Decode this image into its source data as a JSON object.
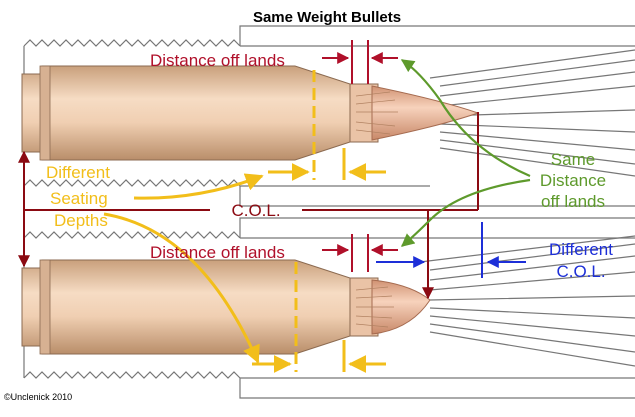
{
  "title": "Same Weight Bullets",
  "labels": {
    "distance_off_lands_top": "Distance off lands",
    "distance_off_lands_bottom": "Distance off lands",
    "col": "C.O.L.",
    "different_seating_depths": [
      "Different",
      "Seating",
      "Depths"
    ],
    "same_distance_off_lands": [
      "Same",
      "Distance",
      "off lands"
    ],
    "different_col": [
      "Different",
      "C.O.L."
    ]
  },
  "copyright": "©Unclenick 2010",
  "colors": {
    "red": "#b0102a",
    "gold": "#f2be1a",
    "green": "#5e9a2c",
    "blue": "#1d2fd8",
    "dark_red": "#8b0a12",
    "brass": "#e8c6a6",
    "bullet": "#e9b393",
    "line": "#777777"
  },
  "icons": [
    "rifle-barrel-top-icon",
    "rifle-barrel-bottom-icon",
    "cartridge-top-icon",
    "cartridge-bottom-icon"
  ]
}
